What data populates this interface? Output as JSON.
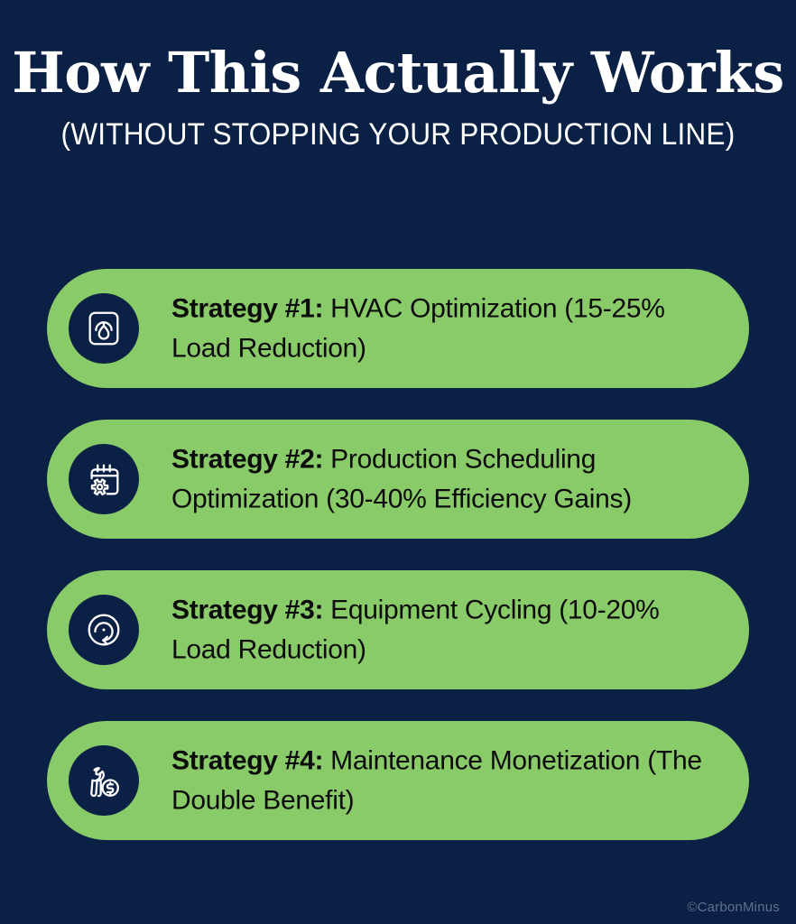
{
  "theme": {
    "background_color": "#0a2044",
    "pill_color": "#8acb69",
    "badge_color": "#0a2044",
    "title_color": "#ffffff",
    "pill_text_color": "#0c0c0c",
    "footer_color": "#5b7390"
  },
  "header": {
    "title": "How This Actually Works",
    "subtitle": "(WITHOUT STOPPING YOUR PRODUCTION LINE)"
  },
  "strategies": [
    {
      "lead": "Strategy #1:",
      "rest": " HVAC Optimization (15-25% Load Reduction)",
      "icon": "gauge-thermostat-icon"
    },
    {
      "lead": "Strategy #2:",
      "rest": " Production Scheduling Optimization (30-40% Efficiency Gains)",
      "icon": "calendar-gear-icon"
    },
    {
      "lead": "Strategy #3:",
      "rest": " Equipment Cycling (10-20% Load Reduction)",
      "icon": "cycle-refresh-icon"
    },
    {
      "lead": "Strategy #4:",
      "rest": " Maintenance Monetization (The Double Benefit)",
      "icon": "wrench-dollar-icon"
    }
  ],
  "footer": {
    "credit": "©CarbonMinus"
  }
}
